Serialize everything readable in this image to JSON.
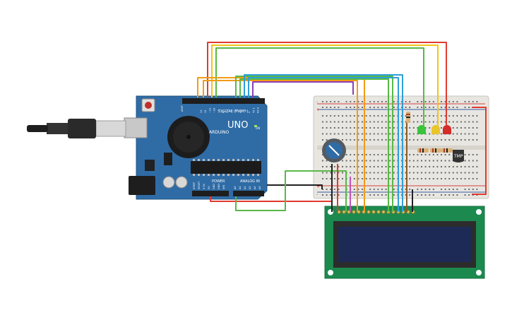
{
  "arduino": {
    "brand": "UNO",
    "logo_sub": "ARDUINO",
    "on_label": "ON",
    "digital_label": "DIGITAL (PWM~)",
    "power_label": "POWER",
    "analog_label": "ANALOG IN",
    "aref_label": "AREF",
    "gnd_label": "GND",
    "digital_pins": [
      "13",
      "12",
      "~11",
      "~10",
      "~9",
      "8",
      "7",
      "~6",
      "~5",
      "4",
      "~3",
      "2",
      "TX 1",
      "RX 0"
    ],
    "power_pins": [
      "IOREF",
      "RESET",
      "3.3V",
      "5V",
      "GND",
      "GND",
      "VIN"
    ],
    "analog_pins": [
      "A0",
      "A1",
      "A2",
      "A3",
      "A4",
      "A5"
    ]
  },
  "breadboard": {
    "top_rail_marks": [
      "-",
      "+"
    ],
    "bottom_rail_marks": [
      "+",
      "-"
    ]
  },
  "sensor": {
    "label": "TMP"
  },
  "lcd": {
    "pin_count": 16
  },
  "colors": {
    "board": "#2f6ca6",
    "breadboard": "#e8e6e1",
    "lcd_pcb": "#1c8a4f",
    "lcd_screen": "#1d2a55",
    "wire_red": "#e03a2f",
    "wire_orange": "#f39b16",
    "wire_yellow": "#f2c515",
    "wire_green": "#57b947",
    "wire_blue": "#2d9fd9",
    "wire_purple": "#8a3fb8",
    "wire_black": "#222222",
    "wire_brown": "#8b5a2b",
    "led_green": "#3bc43b",
    "led_yellow": "#e8c52a",
    "led_red": "#d42b2b"
  },
  "icons": {
    "usb": "usb-cable-icon",
    "pot": "potentiometer-icon",
    "buzzer": "piezo-buzzer-icon"
  }
}
